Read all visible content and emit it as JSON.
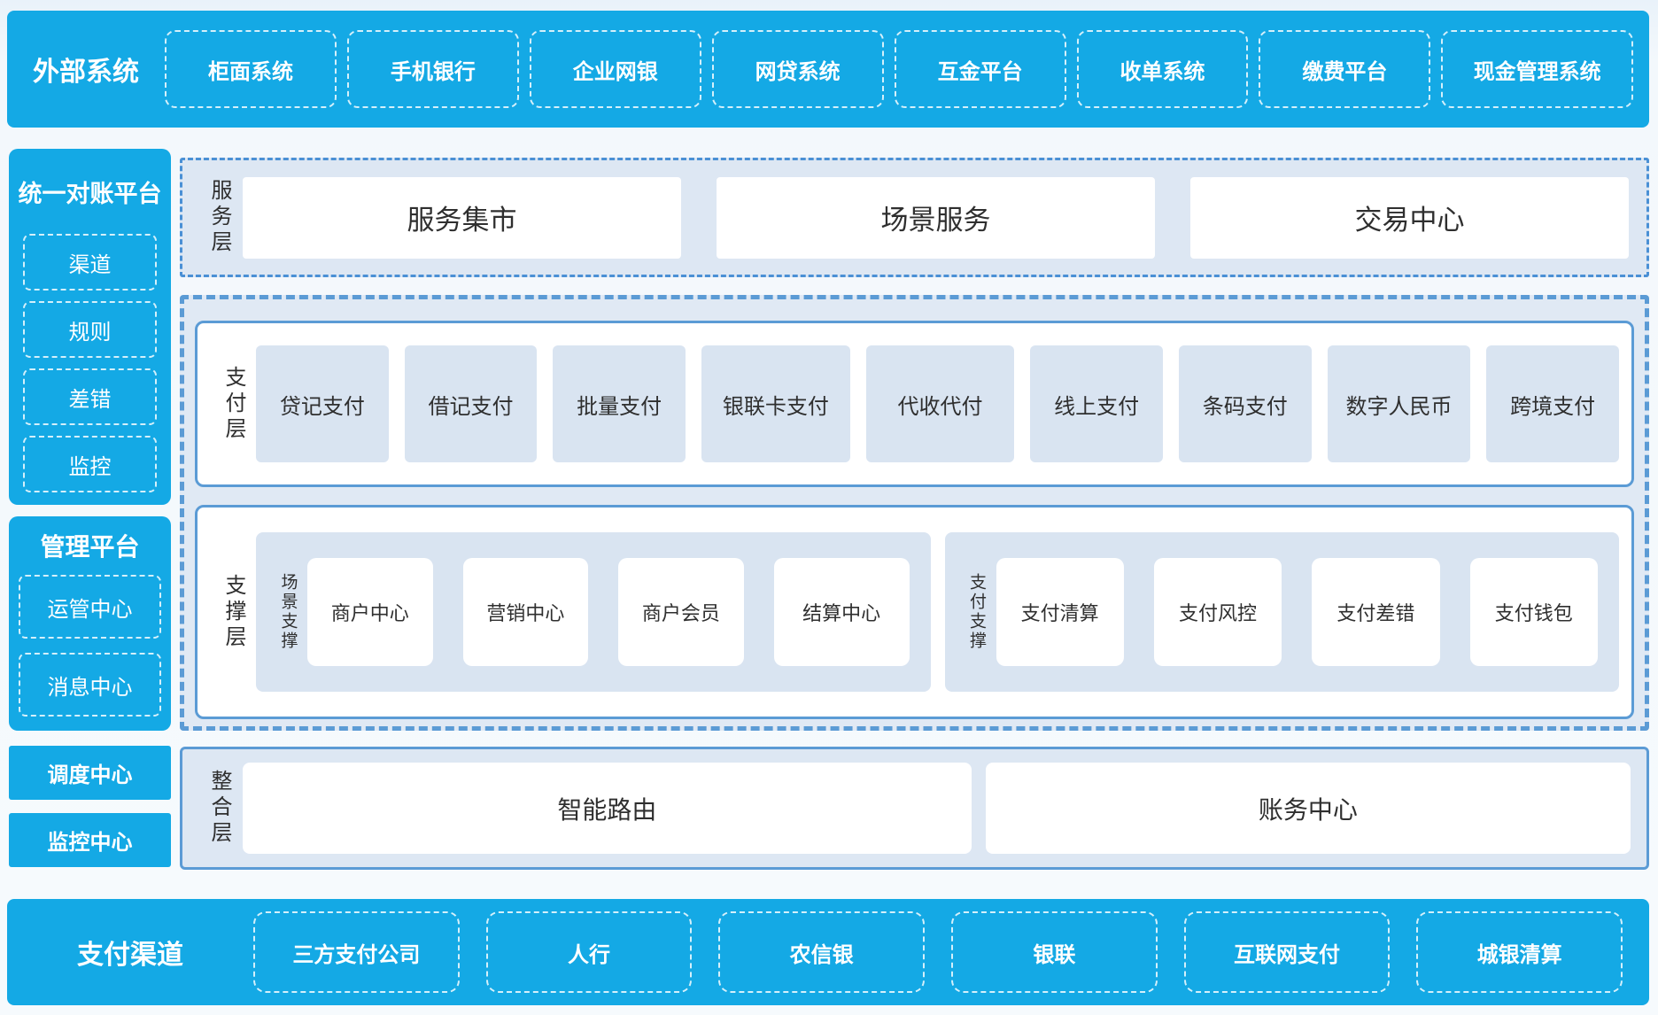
{
  "colors": {
    "brand_blue": "#14a9e5",
    "border_blue": "#5b9bd5",
    "panel_fill": "#d9e4f1",
    "section_fill": "#dde7f3",
    "container_fill": "#e0e9f4",
    "text_dark": "#2f2f2f"
  },
  "top_banner": {
    "title": "外部系统",
    "items": [
      "柜面系统",
      "手机银行",
      "企业网银",
      "网贷系统",
      "互金平台",
      "收单系统",
      "缴费平台",
      "现金管理系统"
    ]
  },
  "sidebar": {
    "recon_platform": {
      "title": "统一对账平台",
      "items": [
        "渠道",
        "规则",
        "差错",
        "监控"
      ]
    },
    "mgmt_platform": {
      "title": "管理平台",
      "items": [
        "运管中心",
        "消息中心"
      ]
    },
    "dispatch_center": "调度中心",
    "monitor_center": "监控中心"
  },
  "service_layer": {
    "label": "服务层",
    "items": [
      "服务集市",
      "场景服务",
      "交易中心"
    ]
  },
  "payment_layer": {
    "label": "支付层",
    "items": [
      "贷记支付",
      "借记支付",
      "批量支付",
      "银联卡支付",
      "代收代付",
      "线上支付",
      "条码支付",
      "数字人民币",
      "跨境支付"
    ]
  },
  "support_layer": {
    "label": "支撑层",
    "groups": [
      {
        "label": "场景支撑",
        "items": [
          "商户中心",
          "营销中心",
          "商户会员",
          "结算中心"
        ]
      },
      {
        "label": "支付支撑",
        "items": [
          "支付清算",
          "支付风控",
          "支付差错",
          "支付钱包"
        ]
      }
    ]
  },
  "integration_layer": {
    "label": "整合层",
    "items": [
      "智能路由",
      "账务中心"
    ]
  },
  "bottom_banner": {
    "title": "支付渠道",
    "items": [
      "三方支付公司",
      "人行",
      "农信银",
      "银联",
      "互联网支付",
      "城银清算"
    ]
  }
}
